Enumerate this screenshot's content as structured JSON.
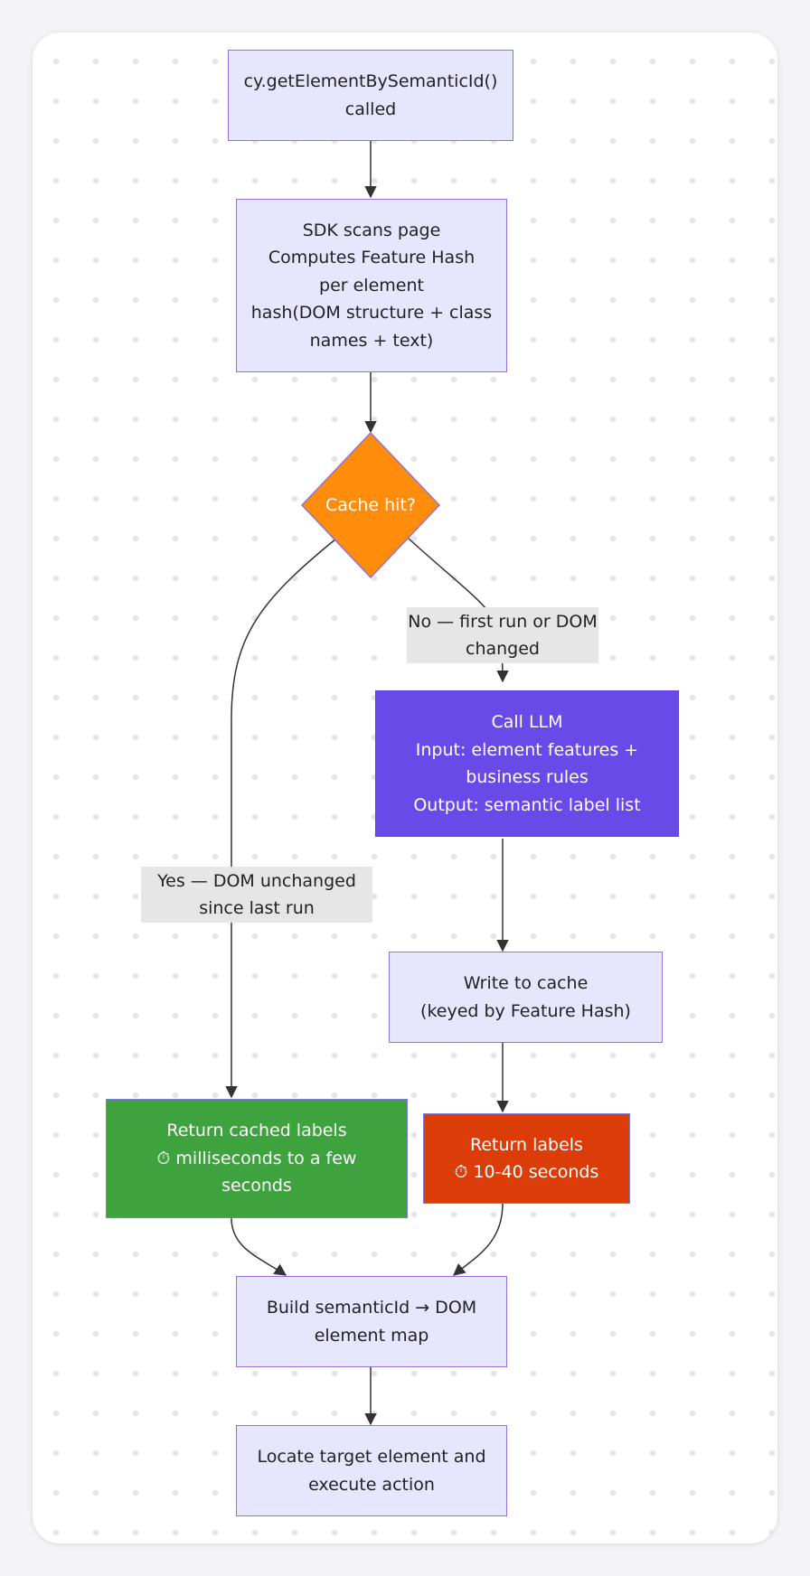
{
  "nodes": {
    "start": [
      "cy.getElementBySemanticId()",
      "called"
    ],
    "scan": [
      "SDK scans page",
      "Computes Feature Hash",
      "per element",
      "hash(DOM structure + class",
      "names + text)"
    ],
    "decision": "Cache hit?",
    "llm": [
      "Call LLM",
      "Input: element features +",
      "business rules",
      "Output: semantic label list"
    ],
    "write": [
      "Write to cache",
      "(keyed by Feature Hash)"
    ],
    "cached": [
      "Return cached labels",
      "⏱ milliseconds to a few",
      "seconds"
    ],
    "returnLabels": [
      "Return labels",
      "⏱ 10-40 seconds"
    ],
    "build": [
      "Build semanticId → DOM",
      "element map"
    ],
    "locate": [
      "Locate target element and",
      "execute action"
    ]
  },
  "edges": {
    "no": [
      "No — first run or DOM",
      "changed"
    ],
    "yes": [
      "Yes — DOM unchanged",
      "since last run"
    ]
  },
  "colors": {
    "node_fill": "#e6e6ff",
    "node_border": "#9370db",
    "decision": "#ff8c0a",
    "llm": "#674ae8",
    "cached": "#3ea33f",
    "returnLabels": "#dc3d08",
    "edge_label_bg": "#e6e6e6"
  }
}
